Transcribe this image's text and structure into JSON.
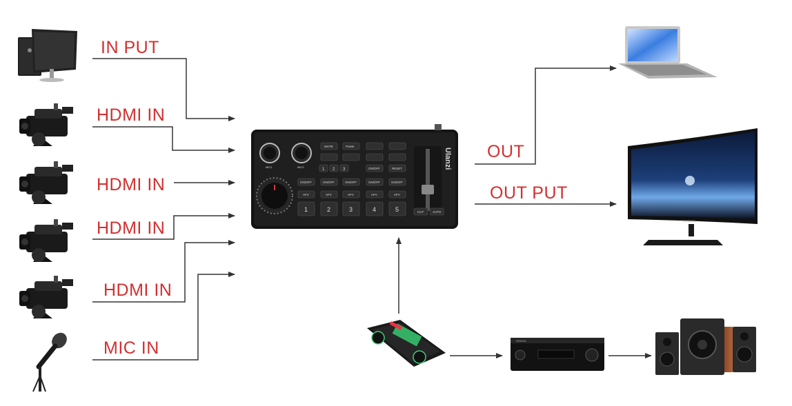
{
  "inputs": {
    "input1": "IN PUT",
    "input2": "HDMI IN",
    "input3": "HDMI IN",
    "input4": "HDMI IN",
    "input5": "HDMI IN",
    "input6": "MIC IN"
  },
  "outputs": {
    "output1": "OUT",
    "output2": "OUT PUT"
  },
  "switcher": {
    "brand": "Ulanzi",
    "mic1": "MIC1",
    "mic2": "MIC2",
    "mute": "MUTE",
    "power": "Power",
    "onoff": "ON/OFF",
    "reset": "RESET",
    "afv": "AFV",
    "cut": "CUT",
    "auto": "AUTO",
    "nums": [
      "1",
      "2",
      "3",
      "4",
      "5"
    ],
    "small_nums": [
      "1",
      "2",
      "3"
    ]
  },
  "receiver_brand": "DENON",
  "monitor_brand": "SAMSUNG",
  "colors": {
    "label": "#d32f2f",
    "line": "#333333"
  }
}
